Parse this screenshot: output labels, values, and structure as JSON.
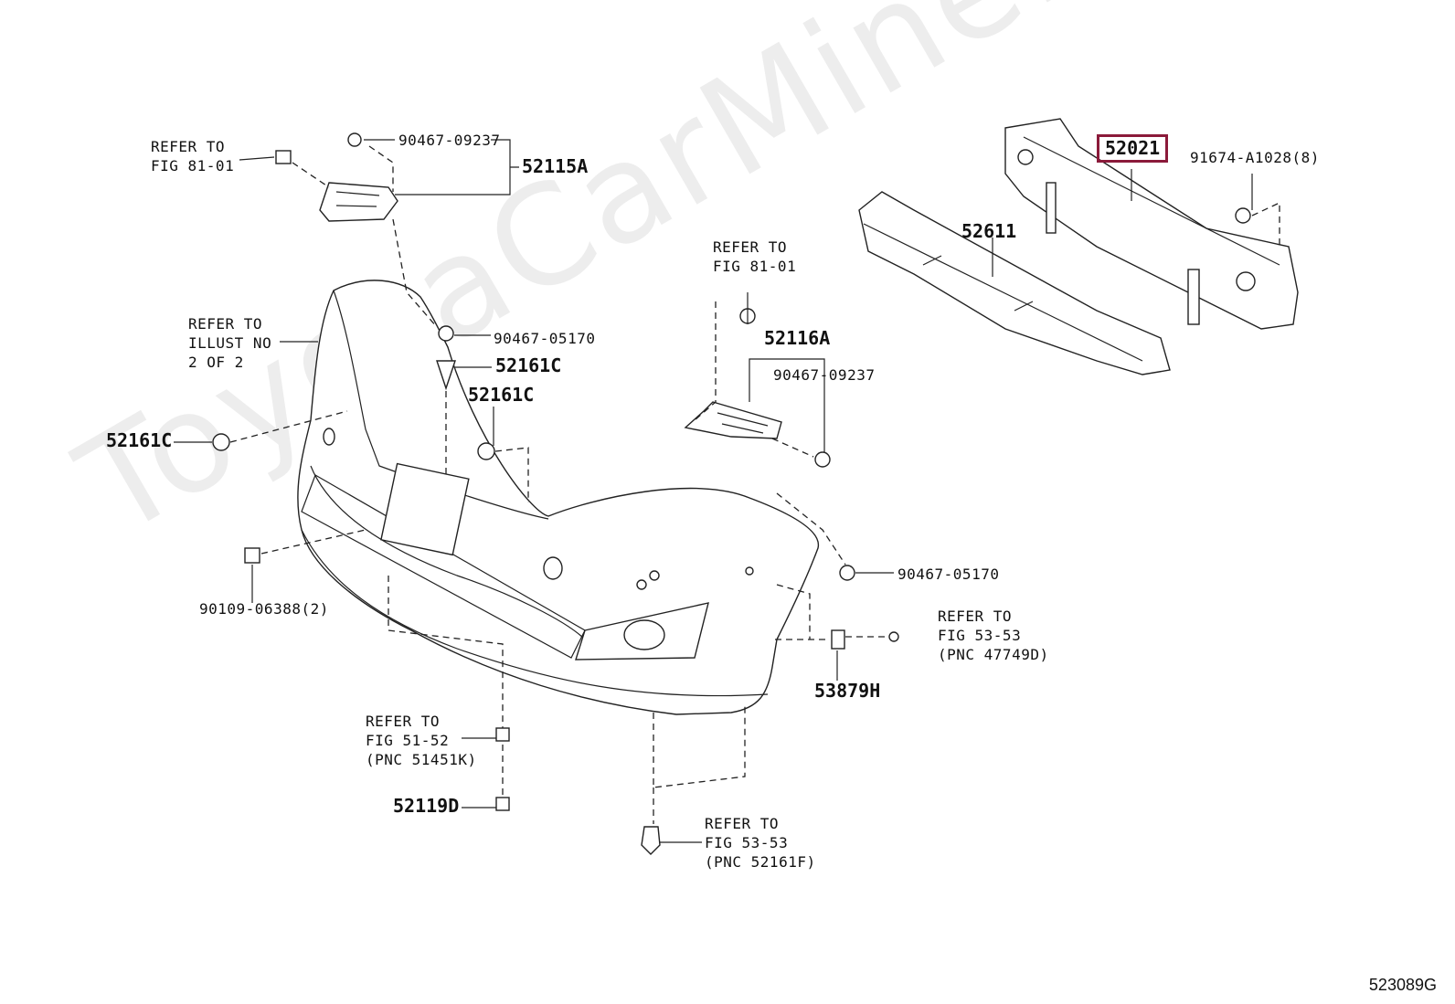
{
  "watermark": "ToyotaCarMine.ru",
  "illustration_code": "523089G",
  "labels": {
    "refer_fig_81_01_a": "REFER TO\nFIG 81-01",
    "p_90467_09237_a": "90467-09237",
    "p_52115A": "52115A",
    "refer_illust": "REFER TO\nILLUST NO\n2 OF 2",
    "p_90467_05170_a": "90467-05170",
    "p_52161C_a": "52161C",
    "p_52161C_b": "52161C",
    "p_52161C_c": "52161C",
    "p_90109_06388": "90109-06388(2)",
    "refer_fig_51_52": "REFER TO\nFIG 51-52\n(PNC 51451K)",
    "p_52119D": "52119D",
    "refer_fig_53_53_a": "REFER TO\nFIG 53-53\n(PNC 52161F)",
    "p_53879H": "53879H",
    "refer_fig_53_53_b": "REFER TO\nFIG 53-53\n(PNC 47749D)",
    "p_90467_05170_b": "90467-05170",
    "refer_fig_81_01_b": "REFER TO\nFIG 81-01",
    "p_52116A": "52116A",
    "p_90467_09237_b": "90467-09237",
    "p_52611": "52611",
    "p_52021": "52021",
    "p_91674": "91674-A1028(8)"
  }
}
